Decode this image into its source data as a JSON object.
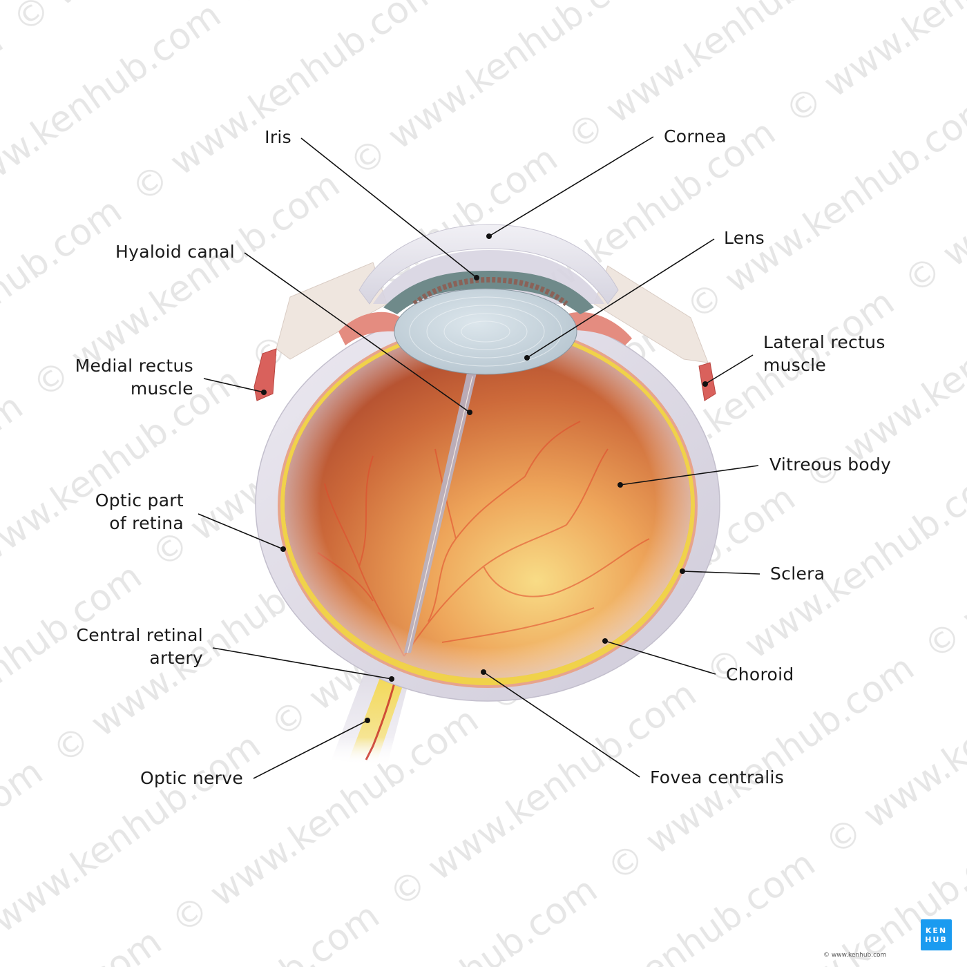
{
  "diagram": {
    "subject": "Eyeball - horizontal section",
    "colors": {
      "background": "#ffffff",
      "label_text": "#1a1a1a",
      "leader_line": "#111111",
      "sclera": "#dcd8e3",
      "choroid": "#e8a08a",
      "retina": "#f2d64a",
      "vitreous_dark": "#b8462a",
      "vitreous_light": "#f6d27a",
      "lens": "#c9d6de",
      "iris": "#6f8a8a",
      "cornea": "#e6e4ee",
      "muscle": "#d9615c",
      "optic_nerve": "#f5dc6a",
      "vessels": "#e0482c",
      "brand": "#1a9bf0"
    },
    "labels": [
      {
        "id": "iris",
        "lines": [
          "Iris"
        ],
        "side": "left"
      },
      {
        "id": "cornea",
        "lines": [
          "Cornea"
        ],
        "side": "right"
      },
      {
        "id": "hyaloid-canal",
        "lines": [
          "Hyaloid canal"
        ],
        "side": "left"
      },
      {
        "id": "lens",
        "lines": [
          "Lens"
        ],
        "side": "right"
      },
      {
        "id": "medial-rectus-muscle",
        "lines": [
          "Medial rectus",
          "muscle"
        ],
        "side": "left"
      },
      {
        "id": "lateral-rectus-muscle",
        "lines": [
          "Lateral rectus",
          "muscle"
        ],
        "side": "right"
      },
      {
        "id": "vitreous-body",
        "lines": [
          "Vitreous body"
        ],
        "side": "right"
      },
      {
        "id": "optic-part-of-retina",
        "lines": [
          "Optic part",
          "of retina"
        ],
        "side": "left"
      },
      {
        "id": "sclera",
        "lines": [
          "Sclera"
        ],
        "side": "right"
      },
      {
        "id": "central-retinal-artery",
        "lines": [
          "Central retinal",
          "artery"
        ],
        "side": "left"
      },
      {
        "id": "choroid",
        "lines": [
          "Choroid"
        ],
        "side": "right"
      },
      {
        "id": "optic-nerve",
        "lines": [
          "Optic nerve"
        ],
        "side": "left"
      },
      {
        "id": "fovea-centralis",
        "lines": [
          "Fovea centralis"
        ],
        "side": "right"
      }
    ]
  },
  "watermark": {
    "text": "© www.kenhub.com"
  },
  "branding": {
    "logo_line1": "KEN",
    "logo_line2": "HUB",
    "copyright": "© www.kenhub.com"
  }
}
